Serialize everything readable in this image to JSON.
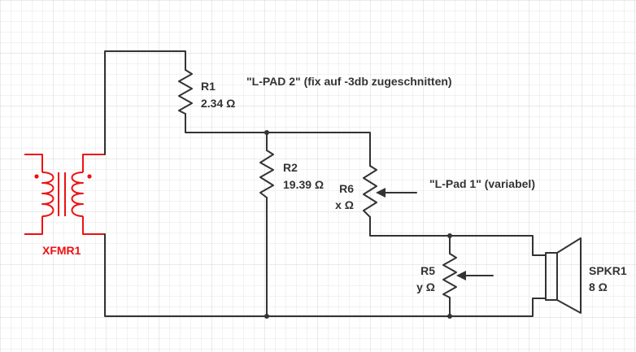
{
  "colors": {
    "wire": "#333333",
    "transformer": "#ee1111",
    "grid_minor": "#e6e6e6",
    "grid_major": "#d4d4d4",
    "background": "#ffffff"
  },
  "components": {
    "transformer": {
      "id": "XFMR1"
    },
    "r1": {
      "id": "R1",
      "value": "2.34 Ω"
    },
    "r2": {
      "id": "R2",
      "value": "19.39 Ω"
    },
    "r6": {
      "id": "R6",
      "value": "x Ω"
    },
    "r5": {
      "id": "R5",
      "value": "y Ω"
    },
    "speaker": {
      "id": "SPKR1",
      "value": "8 Ω"
    }
  },
  "annotations": {
    "lpad2": "\"L-PAD 2\" (fix auf -3db zugeschnitten)",
    "lpad1": "\"L-Pad 1\" (variabel)"
  }
}
